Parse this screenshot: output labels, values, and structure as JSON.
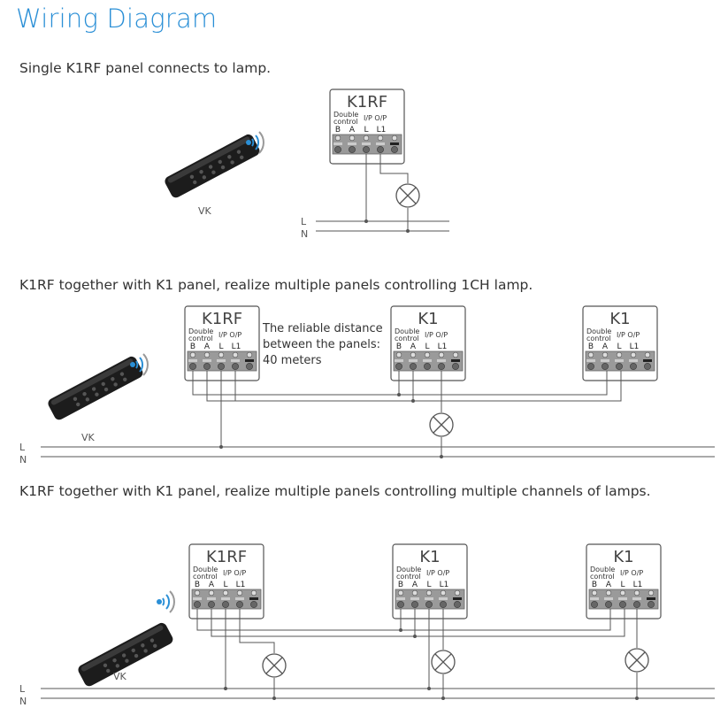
{
  "title": "Wiring Diagram",
  "captions": {
    "s1": "Single K1RF panel connects to lamp.",
    "s2": "K1RF together with K1 panel, realize multiple panels controlling 1CH lamp.",
    "s3": "K1RF together with K1 panel, realize multiple panels controlling multiple channels of lamps."
  },
  "labels": {
    "remote": "VK",
    "panel_rf": "K1RF",
    "panel_k1": "K1",
    "double": "Double",
    "control": "control",
    "ip_op": "I/P  O/P",
    "terminals": [
      "B",
      "A",
      "L",
      "L1"
    ],
    "line": "L",
    "neutral": "N"
  },
  "distance_note": [
    "The reliable distance",
    "between the panels:",
    "40 meters"
  ],
  "colors": {
    "title": "#2a8fd6",
    "wire": "#555555",
    "remote": "#1c1c1c",
    "signal": "#2a8fd6"
  }
}
